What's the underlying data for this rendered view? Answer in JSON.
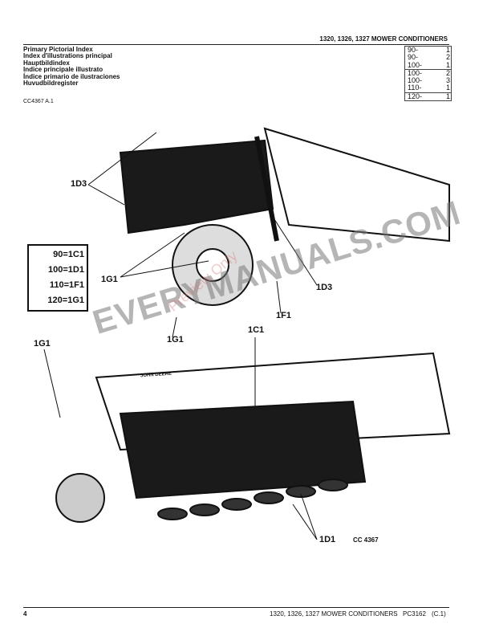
{
  "header": {
    "title": "1320, 1326, 1327 MOWER CONDITIONERS"
  },
  "index_titles": [
    "Primary Pictorial Index",
    "Index d'illustrations principal",
    "Hauptbildindex",
    "Indice principale illustrato",
    "Índice primario de ilustraciones",
    "Huvudbildregister"
  ],
  "figure_ref": "CC4367 A.1",
  "page_table": [
    {
      "group": "90-",
      "page": "1"
    },
    {
      "group": "90-",
      "page": "2"
    },
    {
      "group": "100-",
      "page": "1"
    },
    {
      "group": "100-",
      "page": "2"
    },
    {
      "group": "100-",
      "page": "3"
    },
    {
      "group": "110-",
      "page": "1"
    },
    {
      "group": "120-",
      "page": "1"
    }
  ],
  "model_map": [
    "90=1C1",
    "100=1D1",
    "110=1F1",
    "120=1G1"
  ],
  "callouts": {
    "d3_left": "1D3",
    "g1_mid": "1G1",
    "d3_right": "1D3",
    "f1": "1F1",
    "g1_low": "1G1",
    "c1": "1C1",
    "g1_left": "1G1",
    "d1": "1D1",
    "fig_code": "CC 4367",
    "brand": "JOHN DEERE"
  },
  "watermark": {
    "text": "EVERYMANUALS.COM",
    "preview": "Preview Only"
  },
  "footer": {
    "page_number": "4",
    "title": "1320, 1326, 1327 MOWER CONDITIONERS",
    "doc": "PC3162",
    "rev": "(C.1)"
  }
}
